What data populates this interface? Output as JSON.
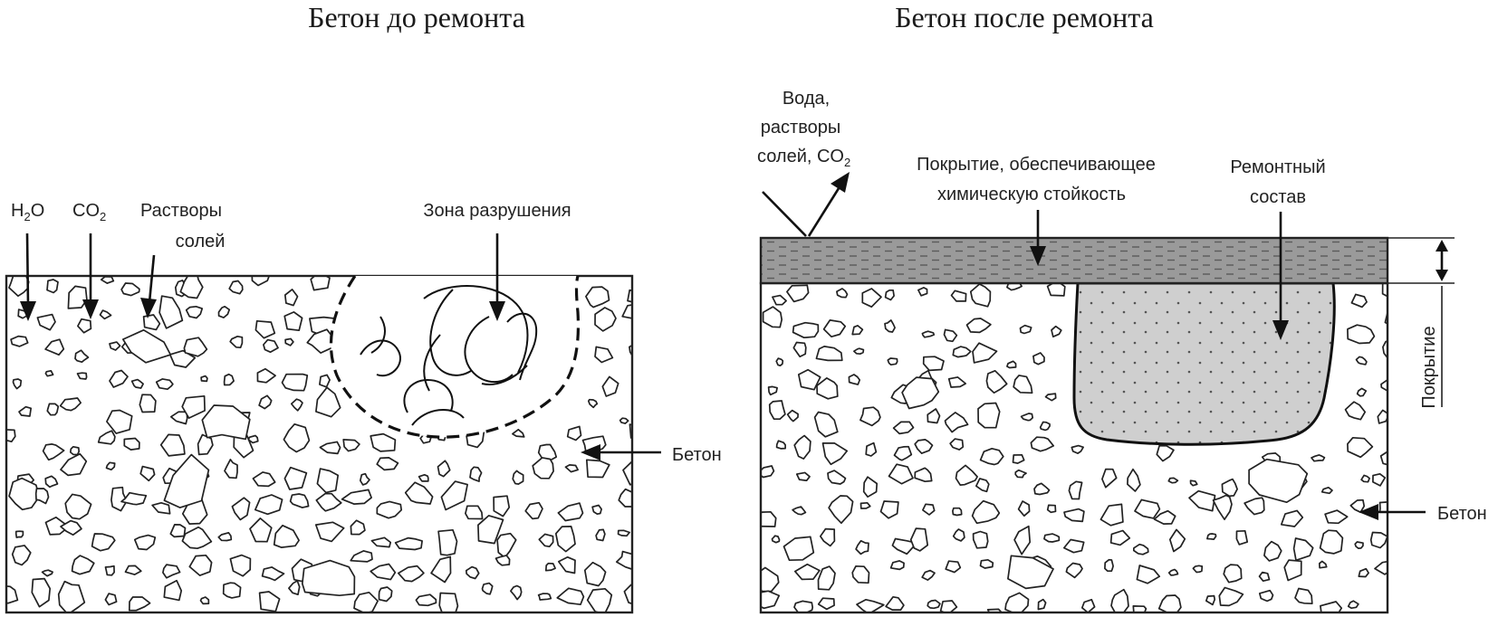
{
  "left_panel": {
    "title": "Бетон до ремонта",
    "label_h2o": "H",
    "label_h2o_sub": "2",
    "label_h2o_tail": "O",
    "label_co2": "CO",
    "label_co2_sub": "2",
    "label_salts_line1": "Растворы",
    "label_salts_line2": "солей",
    "label_damage_zone": "Зона разрушения",
    "label_concrete": "Бетон"
  },
  "right_panel": {
    "title": "Бетон после ремонта",
    "label_water_line1": "Вода,",
    "label_water_line2": "растворы",
    "label_water_line3": "солей, CO",
    "label_water_sub": "2",
    "label_coating_line1": "Покрытие, обеспечивающее",
    "label_coating_line2": "химическую стойкость",
    "label_repair_line1": "Ремонтный",
    "label_repair_line2": "состав",
    "label_coating_vertical": "Покрытие",
    "label_concrete": "Бетон"
  }
}
